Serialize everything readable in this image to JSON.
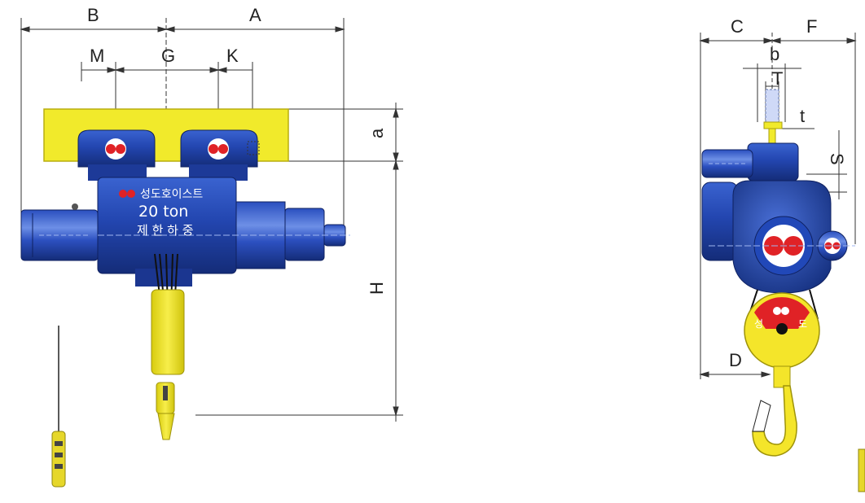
{
  "front_view": {
    "dimensions": {
      "B": "B",
      "A": "A",
      "M": "M",
      "G": "G",
      "K": "K",
      "a": "a",
      "H": "H"
    },
    "nameplate": {
      "brand": "성도호이스트",
      "capacity": "20 ton",
      "limit_label": "제 한 하 중"
    }
  },
  "side_view": {
    "dimensions": {
      "C": "C",
      "F": "F",
      "b": "b",
      "T": "T",
      "t": "t",
      "S": "S",
      "D": "D"
    },
    "hook_block_marks": [
      "성",
      "도"
    ]
  },
  "colors": {
    "hoist_body": "#2346b0",
    "hoist_dark": "#16307e",
    "rail_beam": "#f1ea2b",
    "hook_yellow": "#f4e52a",
    "logo_red": "#e02226",
    "dimension_line": "#333333"
  }
}
